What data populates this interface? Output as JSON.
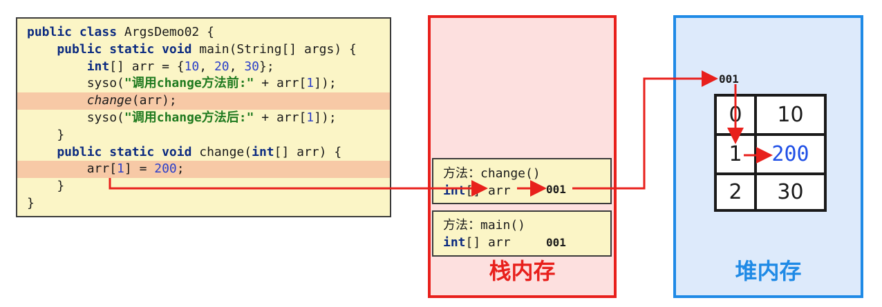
{
  "code": {
    "lines": [
      [
        {
          "t": "public class ",
          "c": "kw"
        },
        {
          "t": "ArgsDemo02 {",
          "c": ""
        }
      ],
      [
        {
          "t": "    public static void ",
          "c": "kw"
        },
        {
          "t": "main(String[] args) {",
          "c": ""
        }
      ],
      [
        {
          "t": "        ",
          "c": ""
        },
        {
          "t": "int",
          "c": "kw"
        },
        {
          "t": "[] arr = {",
          "c": ""
        },
        {
          "t": "10",
          "c": "num"
        },
        {
          "t": ", ",
          "c": ""
        },
        {
          "t": "20",
          "c": "num"
        },
        {
          "t": ", ",
          "c": ""
        },
        {
          "t": "30",
          "c": "num"
        },
        {
          "t": "};",
          "c": ""
        }
      ],
      [
        {
          "t": "        syso(",
          "c": ""
        },
        {
          "t": "\"调用change方法前:\"",
          "c": "str"
        },
        {
          "t": " + arr[",
          "c": ""
        },
        {
          "t": "1",
          "c": "num"
        },
        {
          "t": "]);",
          "c": ""
        }
      ],
      [
        {
          "t": "        ",
          "c": ""
        },
        {
          "t": "change",
          "c": "it"
        },
        {
          "t": "(arr);",
          "c": ""
        }
      ],
      [
        {
          "t": "        syso(",
          "c": ""
        },
        {
          "t": "\"调用change方法后:\"",
          "c": "str"
        },
        {
          "t": " + arr[",
          "c": ""
        },
        {
          "t": "1",
          "c": "num"
        },
        {
          "t": "]);",
          "c": ""
        }
      ],
      [
        {
          "t": "    }",
          "c": ""
        }
      ],
      [
        {
          "t": "    public static void ",
          "c": "kw"
        },
        {
          "t": "change(",
          "c": ""
        },
        {
          "t": "int",
          "c": "kw"
        },
        {
          "t": "[] arr) {",
          "c": ""
        }
      ],
      [
        {
          "t": "        arr[",
          "c": ""
        },
        {
          "t": "1",
          "c": "num"
        },
        {
          "t": "] = ",
          "c": ""
        },
        {
          "t": "200",
          "c": "num"
        },
        {
          "t": ";",
          "c": ""
        }
      ],
      [
        {
          "t": "    }",
          "c": ""
        }
      ],
      [
        {
          "t": "}",
          "c": ""
        }
      ]
    ],
    "highlighted_lines": [
      4,
      8
    ]
  },
  "stack": {
    "title": "栈内存",
    "title_color": "#e8201c",
    "frames": [
      {
        "method": "方法：change()",
        "var_type": "int",
        "var_rest": "[] arr",
        "address": "001"
      },
      {
        "method": "方法：main()",
        "var_type": "int",
        "var_rest": "[] arr",
        "address": "001"
      }
    ]
  },
  "heap": {
    "title": "堆内存",
    "title_color": "#1f8ae6",
    "address": "001",
    "array": [
      {
        "index": "0",
        "value": "10"
      },
      {
        "index": "1",
        "value": "200",
        "highlight_color": "#1f4fe6"
      },
      {
        "index": "2",
        "value": "30"
      }
    ]
  },
  "colors": {
    "arrow": "#e8201c",
    "code_bg": "#fbf5c6",
    "highlight_bg": "#f7c9a6"
  }
}
